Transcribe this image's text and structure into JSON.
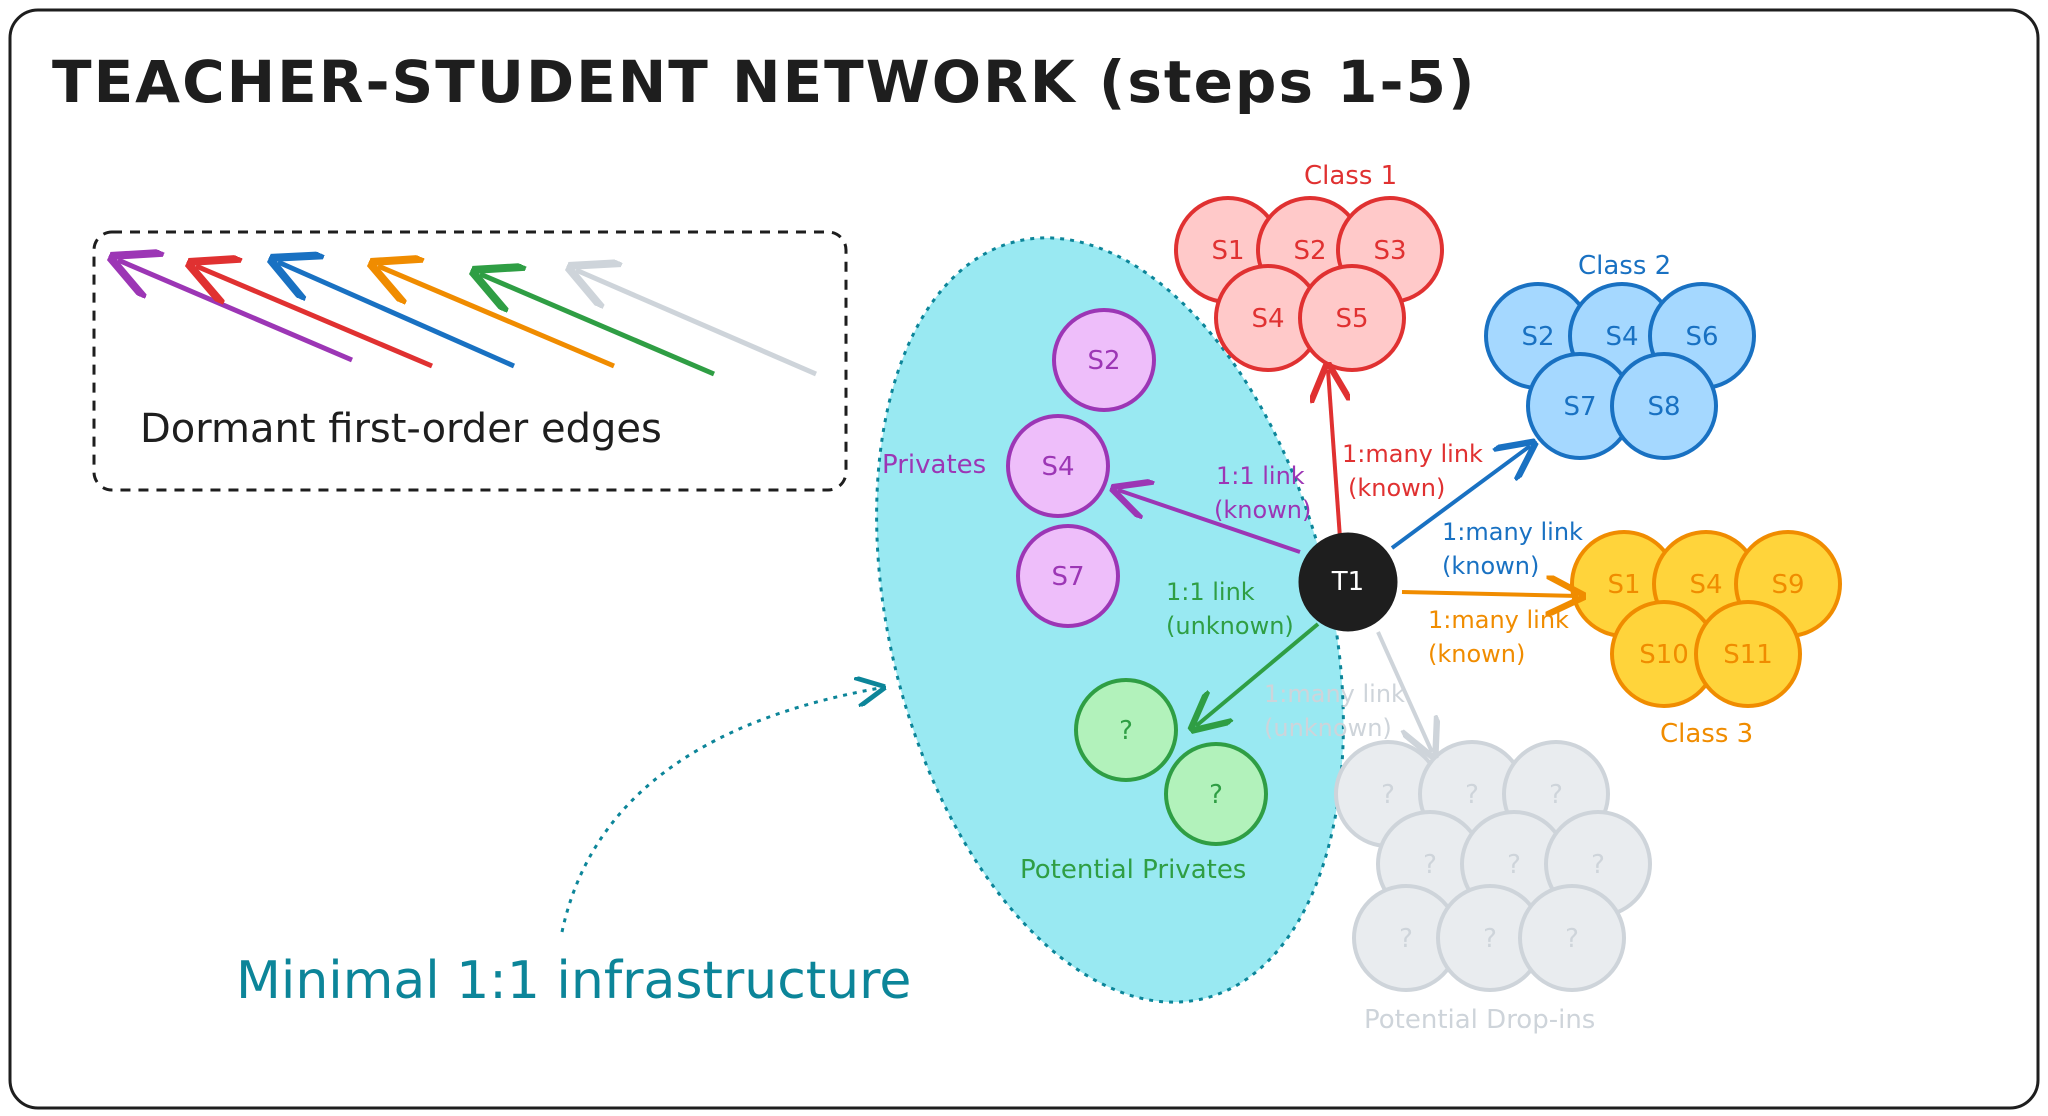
{
  "title": "TEACHER-STUDENT NETWORK (steps 1-5)",
  "legend": {
    "caption": "Dormant first-order edges",
    "arrow_colors": [
      "#9c36b5",
      "#e03131",
      "#1971c2",
      "#f08c00",
      "#2f9e44",
      "#ced4da"
    ]
  },
  "infrastructure_label": "Minimal 1:1 infrastructure",
  "teacher": {
    "label": "T1"
  },
  "privates": {
    "label": "Privates",
    "students": [
      "S2",
      "S4",
      "S7"
    ],
    "color": "#9c36b5",
    "fill": "#eebefa"
  },
  "potential_privates": {
    "label": "Potential Privates",
    "nodes": [
      "?",
      "?"
    ],
    "color": "#2f9e44",
    "fill": "#b2f2bb"
  },
  "class1": {
    "label": "Class 1",
    "students": [
      "S1",
      "S2",
      "S3",
      "S4",
      "S5"
    ],
    "color": "#e03131",
    "fill": "#ffc9c9"
  },
  "class2": {
    "label": "Class 2",
    "students": [
      "S2",
      "S4",
      "S6",
      "S7",
      "S8"
    ],
    "color": "#1971c2",
    "fill": "#a5d8ff"
  },
  "class3": {
    "label": "Class 3",
    "students": [
      "S1",
      "S4",
      "S9",
      "S10",
      "S11"
    ],
    "color": "#f08c00",
    "fill": "#ffd43b"
  },
  "dropins": {
    "label": "Potential Drop-ins",
    "nodes": [
      "?",
      "?",
      "?",
      "?",
      "?",
      "?",
      "?",
      "?",
      "?"
    ],
    "color": "#ced4da",
    "fill": "#e9ecef"
  },
  "links": {
    "private_known": {
      "line1": "1:1 link",
      "line2": "(known)"
    },
    "private_unknown": {
      "line1": "1:1 link",
      "line2": "(unknown)"
    },
    "class1": {
      "line1": "1:many link",
      "line2": "(known)"
    },
    "class2": {
      "line1": "1:many link",
      "line2": "(known)"
    },
    "class3": {
      "line1": "1:many link",
      "line2": "(known)"
    },
    "dropins": {
      "line1": "1:many link",
      "line2": "(unknown)"
    }
  },
  "colors": {
    "ellipse_fill": "#99e9f2",
    "ellipse_stroke": "#0c8599",
    "infra_text": "#0c8599"
  }
}
